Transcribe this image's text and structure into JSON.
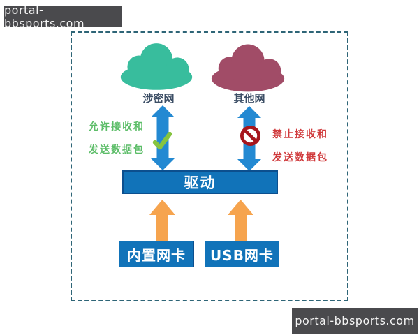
{
  "watermarks": {
    "top_left": "portal-bbsports.com",
    "bottom_right": "portal-bbsports.com"
  },
  "diagram": {
    "clouds": [
      {
        "label": "涉密网",
        "color": "#38bd9d"
      },
      {
        "label": "其他网",
        "color": "#a14c67"
      }
    ],
    "allow_note": {
      "line1": "允许接收和",
      "line2": "发送数据包",
      "color": "#5cbd68"
    },
    "deny_note": {
      "line1": "禁止接收和",
      "line2": "发送数据包",
      "color": "#d03a3c"
    },
    "driver_label": "驱动",
    "nic_boxes": [
      {
        "label": "内置网卡"
      },
      {
        "label": "USB网卡"
      }
    ],
    "colors": {
      "arrow_blue": "#2389d2",
      "arrow_orange": "#f6a44e",
      "box_blue": "#1173b9",
      "box_border": "#0c4f8e",
      "frame_dash": "#2e6577",
      "check_green": "#86c440",
      "prohibit_red": "#a6161d",
      "label_navy": "#3d4f66",
      "watermark_bg": "#4a4a4d"
    }
  }
}
